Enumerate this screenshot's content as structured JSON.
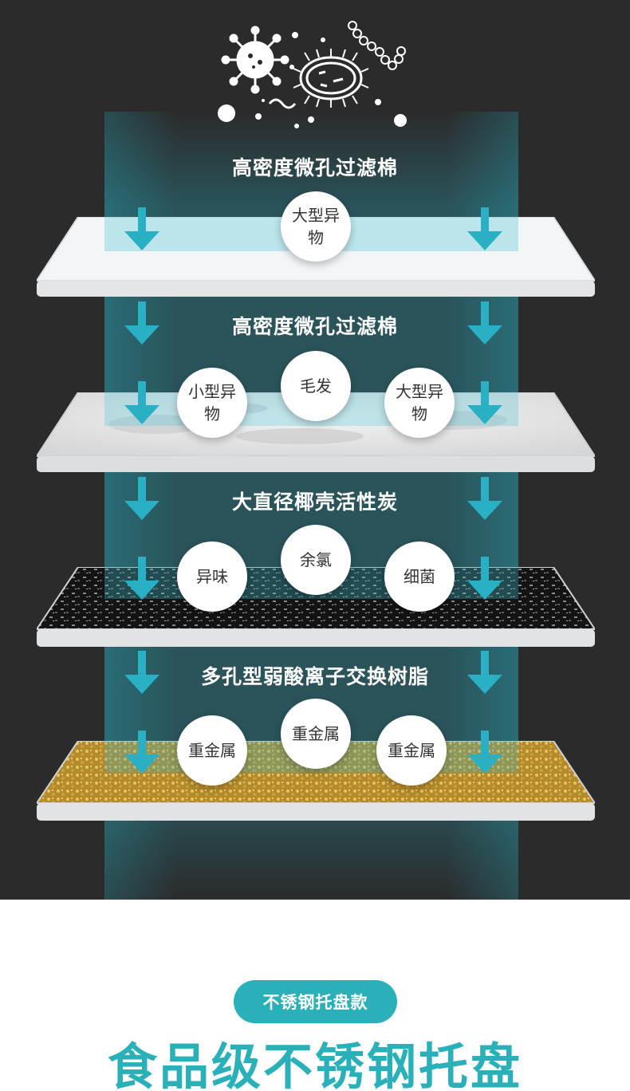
{
  "colors": {
    "background_dark": "#2b2b2b",
    "accent": "#2ab0b9",
    "arrow": "#2ab0c4",
    "bubble": "#ffffff"
  },
  "icons": [
    "virus-icon",
    "bacterium-icon",
    "chain-bacteria-icon",
    "down-arrow-icon"
  ],
  "layers": [
    {
      "title": "高密度微孔过滤棉",
      "material": "white-filter-cotton",
      "bubbles": [
        "大型异物"
      ]
    },
    {
      "title": "高密度微孔过滤棉",
      "material": "marble-filter-cotton",
      "bubbles": [
        "小型异物",
        "毛发",
        "大型异物"
      ]
    },
    {
      "title": "大直径椰壳活性炭",
      "material": "activated-carbon",
      "bubbles": [
        "异味",
        "余氯",
        "细菌"
      ]
    },
    {
      "title": "多孔型弱酸离子交换树脂",
      "material": "ion-exchange-resin",
      "bubbles": [
        "重金属",
        "重金属",
        "重金属"
      ]
    }
  ],
  "footer": {
    "badge": "不锈钢托盘款",
    "headline": "食品级不锈钢托盘"
  }
}
